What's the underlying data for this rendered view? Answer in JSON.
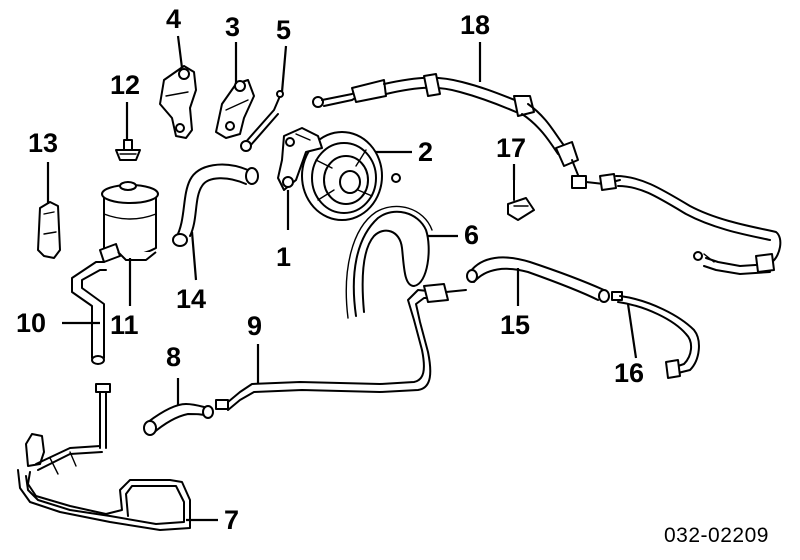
{
  "callouts": {
    "c1": "1",
    "c2": "2",
    "c3": "3",
    "c4": "4",
    "c5": "5",
    "c6": "6",
    "c7": "7",
    "c8": "8",
    "c9": "9",
    "c10": "10",
    "c11": "11",
    "c12": "12",
    "c13": "13",
    "c14": "14",
    "c15": "15",
    "c16": "16",
    "c17": "17",
    "c18": "18"
  },
  "reference_code": "032-02209"
}
